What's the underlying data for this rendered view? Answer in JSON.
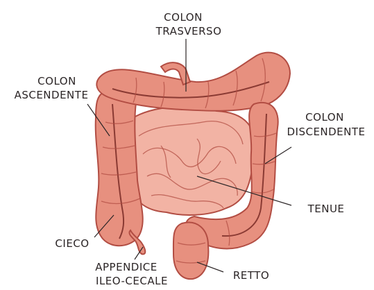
{
  "labels": {
    "colon_trasverso": [
      "COLON",
      "TRASVERSO"
    ],
    "colon_ascendente": [
      "COLON",
      "ASCENDENTE"
    ],
    "colon_discendente": [
      "COLON",
      "DISCENDENTE"
    ],
    "tenue": "TENUE",
    "cieco": "CIECO",
    "appendice_ileo_cecale": [
      "APPENDICE",
      "ILEO-CECALE"
    ],
    "retto": "RETTO"
  },
  "colors": {
    "organ_fill": "#e7907f",
    "organ_fill_light": "#f2b3a4",
    "organ_outline": "#b24d43",
    "label_ink": "#2b2526"
  }
}
